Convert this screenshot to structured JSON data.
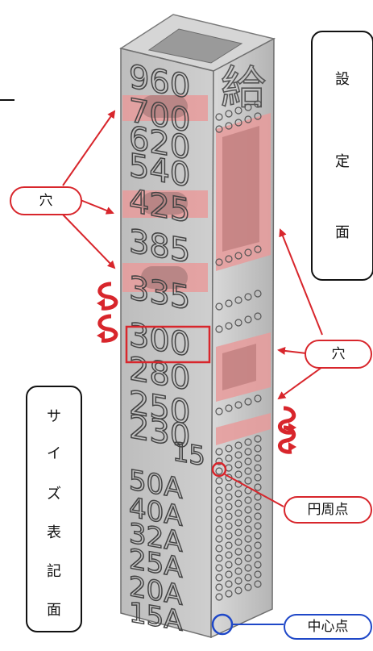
{
  "left_label": {
    "chars": [
      "サ",
      "イ",
      "ズ",
      "表",
      "記",
      "面"
    ]
  },
  "right_label": {
    "chars": [
      "設",
      "定",
      "面"
    ]
  },
  "hole_label_left": "穴",
  "hole_label_right": "穴",
  "circumference_label": "円周点",
  "center_label": "中心点",
  "kanji_mark": "給",
  "size_numbers": [
    "960",
    "700",
    "620",
    "540",
    "425",
    "385",
    "335",
    "300",
    "280",
    "250",
    "230",
    "15",
    "50A",
    "40A",
    "32A",
    "25A",
    "20A",
    "15A"
  ],
  "highlight_number": "300",
  "colors": {
    "body": "#c9c9c9",
    "body_dark": "#a9a9a9",
    "red": "#d8262c",
    "blue": "#1f48c8",
    "pink": "#e79b9b"
  }
}
